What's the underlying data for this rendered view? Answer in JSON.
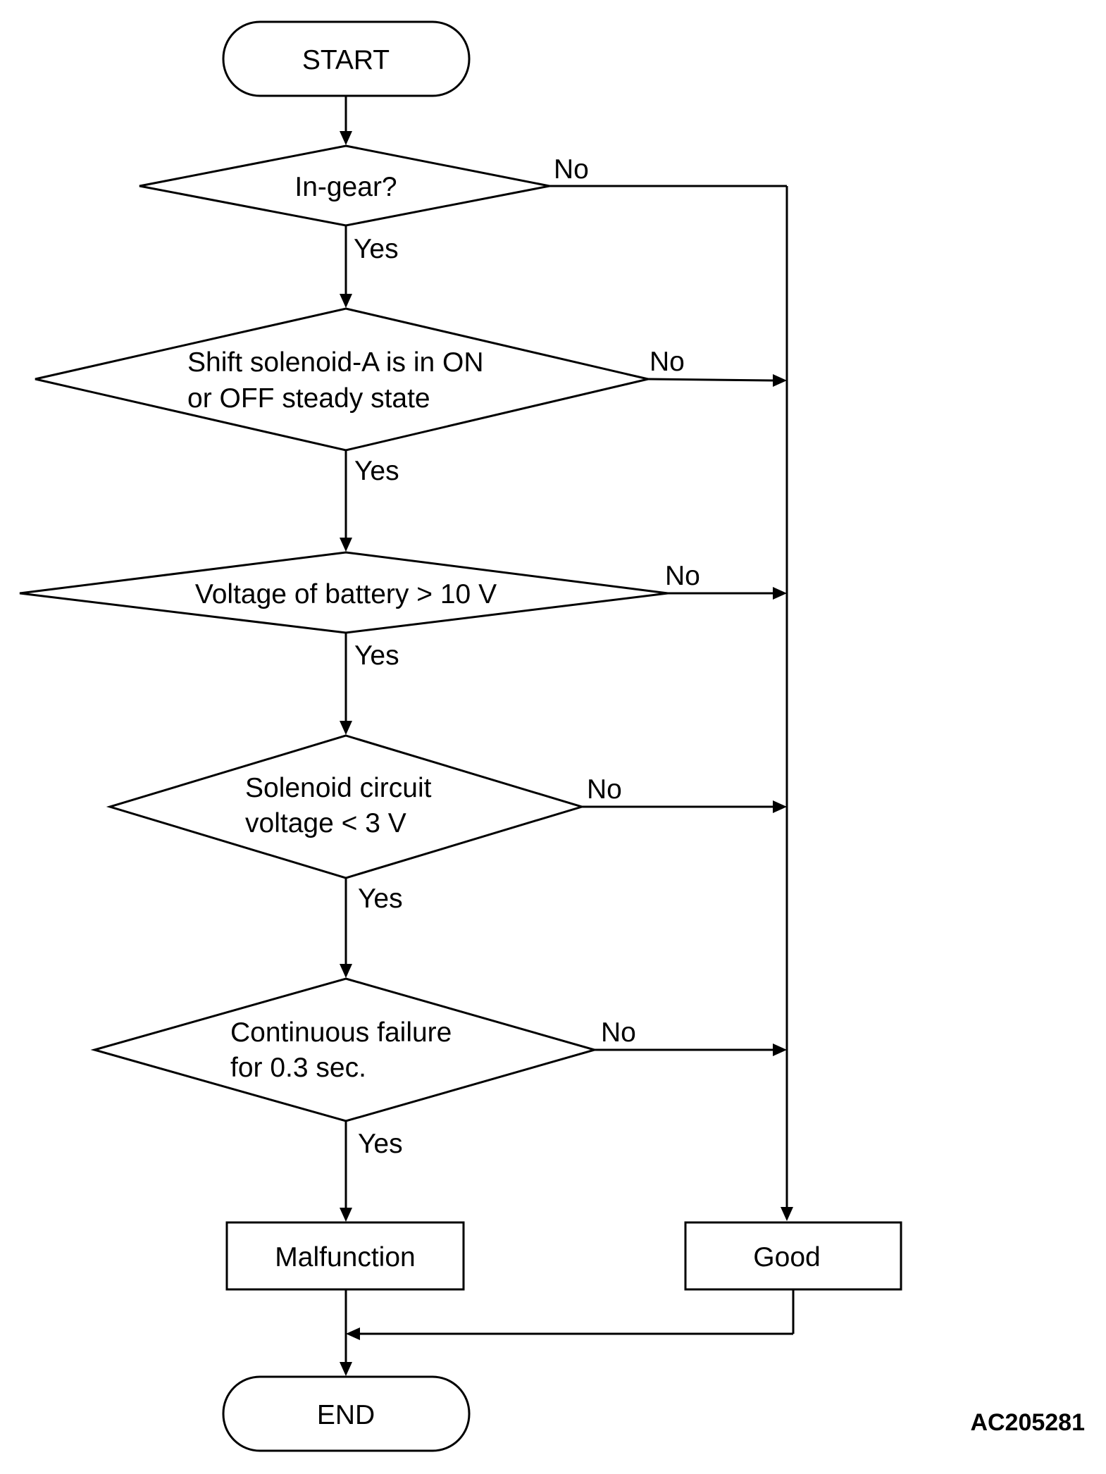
{
  "flowchart": {
    "start": "START",
    "decisions": [
      {
        "lines": [
          "In-gear?"
        ],
        "yes": "Yes",
        "no": "No"
      },
      {
        "lines": [
          "Shift solenoid-A is in ON",
          "or OFF steady state"
        ],
        "yes": "Yes",
        "no": "No"
      },
      {
        "lines": [
          "Voltage of battery > 10 V"
        ],
        "yes": "Yes",
        "no": "No"
      },
      {
        "lines": [
          "Solenoid circuit",
          "voltage < 3 V"
        ],
        "yes": "Yes",
        "no": "No"
      },
      {
        "lines": [
          "Continuous failure",
          "for 0.3 sec."
        ],
        "yes": "Yes",
        "no": "No"
      }
    ],
    "malfunction": "Malfunction",
    "good": "Good",
    "end": "END"
  },
  "figure_id": "AC205281"
}
